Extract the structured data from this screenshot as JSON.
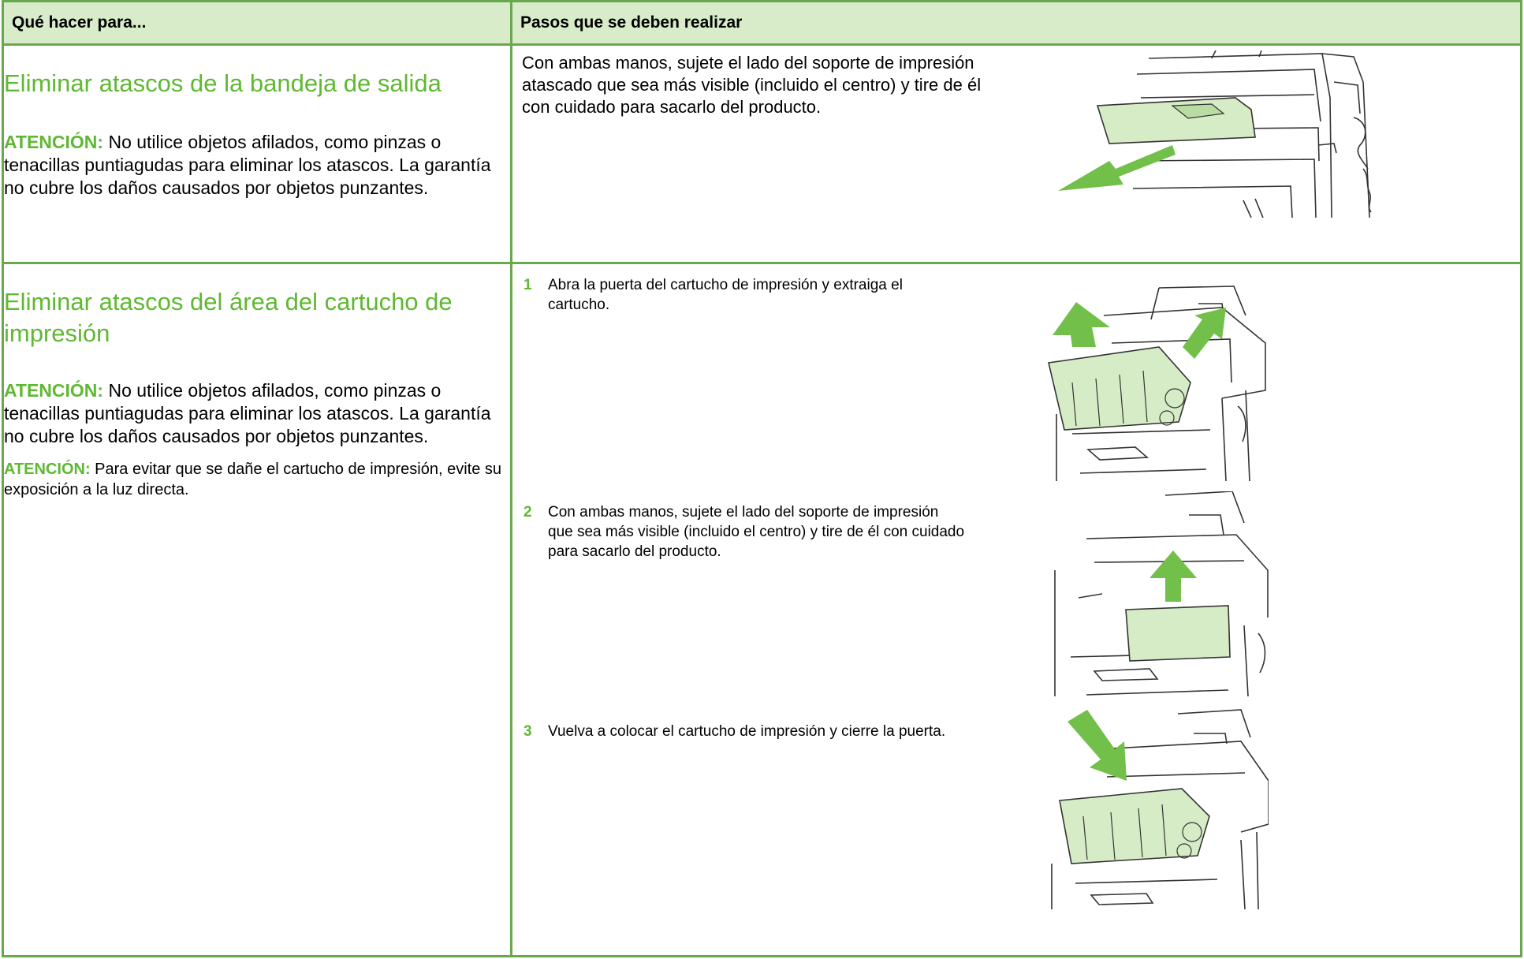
{
  "header": {
    "col1": "Qué hacer para...",
    "col2": "Pasos que se deben realizar"
  },
  "rows": [
    {
      "title": "Eliminar atascos de la bandeja de salida",
      "cautions": [
        {
          "label": "ATENCIÓN:",
          "text": " No utilice objetos afilados, como pinzas o tenacillas puntiagudas para eliminar los atascos. La garantía no cubre los daños causados por objetos punzantes."
        }
      ],
      "instruction": "Con ambas manos, sujete el lado del soporte de impresión atascado que sea más visible (incluido el centro) y tire de él con cuidado para sacarlo del producto."
    },
    {
      "title": "Eliminar atascos del área del cartucho de impresión",
      "cautions": [
        {
          "label": "ATENCIÓN:",
          "text": " No utilice objetos afilados, como pinzas o tenacillas puntiagudas para eliminar los atascos. La garantía no cubre los daños causados por objetos punzantes."
        },
        {
          "label": "ATENCIÓN:",
          "text": " Para evitar que se dañe el cartucho de impresión, evite su exposición a la luz directa."
        }
      ],
      "steps": [
        {
          "num": "1",
          "text": "Abra la puerta del cartucho de impresión y extraiga el cartucho."
        },
        {
          "num": "2",
          "text": "Con ambas manos, sujete el lado del soporte de impresión que sea más visible (incluido el centro) y tire de él con cuidado para sacarlo del producto."
        },
        {
          "num": "3",
          "text": "Vuelva a colocar el cartucho de impresión y cierre la puerta."
        }
      ]
    }
  ],
  "colors": {
    "accent": "#5fb832",
    "border": "#6aa84f",
    "header_bg": "#d9ecc9",
    "paper": "#d6ecc7"
  },
  "illustrations": [
    "output-bin-jam-illustration",
    "remove-cartridge-illustration",
    "pull-media-illustration",
    "reinsert-cartridge-illustration"
  ]
}
